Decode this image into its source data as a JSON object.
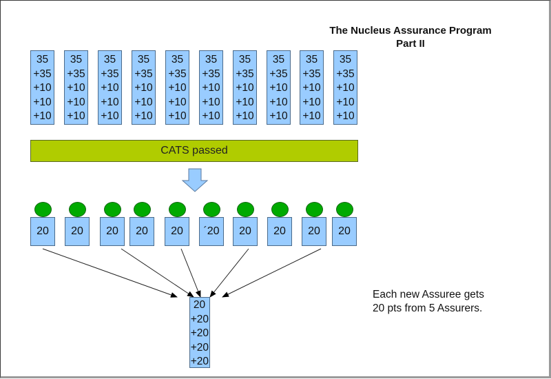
{
  "title": {
    "line1": "The Nucleus Assurance Program",
    "line2": "Part II"
  },
  "assurers": [
    {
      "lines": [
        "35",
        "+35",
        "+10",
        "+10",
        "+10"
      ],
      "points_given": "20",
      "id_mark": "20"
    },
    {
      "lines": [
        "35",
        "+35",
        "+10",
        "+10",
        "+10"
      ],
      "points_given": "20"
    },
    {
      "lines": [
        "35",
        "+35",
        "+10",
        "+10",
        "+10"
      ],
      "points_given": "20"
    },
    {
      "lines": [
        "35",
        "+35",
        "+10",
        "+10",
        "+10"
      ],
      "points_given": "20"
    },
    {
      "lines": [
        "35",
        "+35",
        "+10",
        "+10",
        "+10"
      ],
      "points_given": "20"
    },
    {
      "lines": [
        "35",
        "+35",
        "+10",
        "+10",
        "+10"
      ],
      "points_given": "´20"
    },
    {
      "lines": [
        "35",
        "+35",
        "+10",
        "+10",
        "+10"
      ],
      "points_given": "20"
    },
    {
      "lines": [
        "35",
        "+35",
        "+10",
        "+10",
        "+10"
      ],
      "points_given": "20"
    },
    {
      "lines": [
        "35",
        "+35",
        "+10",
        "+10",
        "+10"
      ],
      "points_given": "20"
    },
    {
      "lines": [
        "35",
        "+35",
        "+10",
        "+10",
        "+10"
      ],
      "points_given": "20"
    }
  ],
  "cats_bar": {
    "label": "CATS passed",
    "color": "#b0cc00"
  },
  "assuree": {
    "lines": [
      "20",
      "+20",
      "+20",
      "+20",
      "+20"
    ]
  },
  "note": {
    "line1": "Each new Assuree gets",
    "line2": "20 pts from 5 Assurers."
  },
  "arrow_sources": [
    0,
    2,
    4,
    6,
    8
  ],
  "colors": {
    "box_fill": "#99ccff",
    "circle_fill": "#00aa00",
    "arrow_fill": "#99ccff"
  }
}
